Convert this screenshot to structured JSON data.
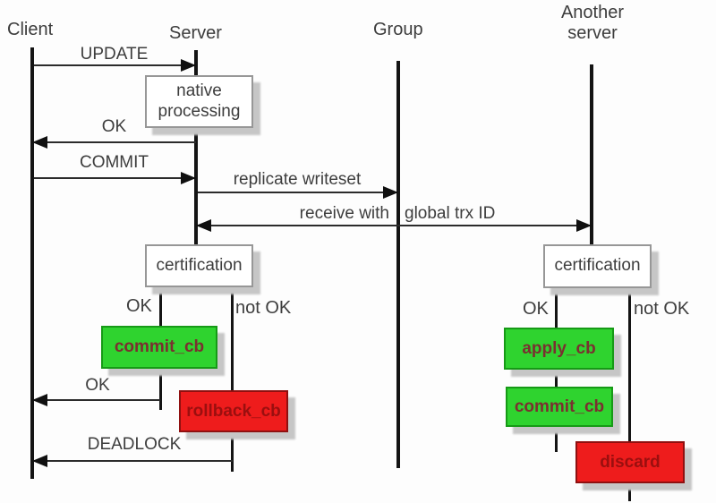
{
  "lifelines": {
    "client": {
      "label": "Client"
    },
    "server": {
      "label": "Server"
    },
    "group": {
      "label": "Group"
    },
    "another_server": {
      "label_line1": "Another",
      "label_line2": "server"
    }
  },
  "messages": {
    "update": {
      "label": "UPDATE",
      "direction": "right"
    },
    "ok_native": {
      "label": "OK",
      "direction": "left"
    },
    "commit": {
      "label": "COMMIT",
      "direction": "right"
    },
    "replicate_writeset": {
      "label": "replicate writeset",
      "direction": "right"
    },
    "receive": {
      "label_left": "receive with",
      "label_right": "global trx ID",
      "direction": "both"
    },
    "ok_commit": {
      "label": "OK",
      "direction": "left"
    },
    "deadlock": {
      "label": "DEADLOCK",
      "direction": "left"
    }
  },
  "activities": {
    "native_processing": {
      "label": "native processing",
      "type": "process"
    },
    "certification_server": {
      "label": "certification",
      "type": "process"
    },
    "certification_another": {
      "label": "certification",
      "type": "process"
    },
    "commit_cb_server": {
      "label": "commit_cb",
      "type": "success"
    },
    "rollback_cb_server": {
      "label": "rollback_cb",
      "type": "failure"
    },
    "apply_cb_another": {
      "label": "apply_cb",
      "type": "success"
    },
    "commit_cb_another": {
      "label": "commit_cb",
      "type": "success"
    },
    "discard_another": {
      "label": "discard",
      "type": "failure"
    }
  },
  "branch_labels": {
    "server_ok": "OK",
    "server_not_ok": "not OK",
    "another_ok": "OK",
    "another_not_ok": "not OK"
  },
  "colors": {
    "success_fill": "#2fd32f",
    "success_border": "#169a16",
    "failure_fill": "#ee1c1c",
    "failure_border": "#8f1010",
    "lifeline": "#141414",
    "text": "#3d3d3d"
  }
}
